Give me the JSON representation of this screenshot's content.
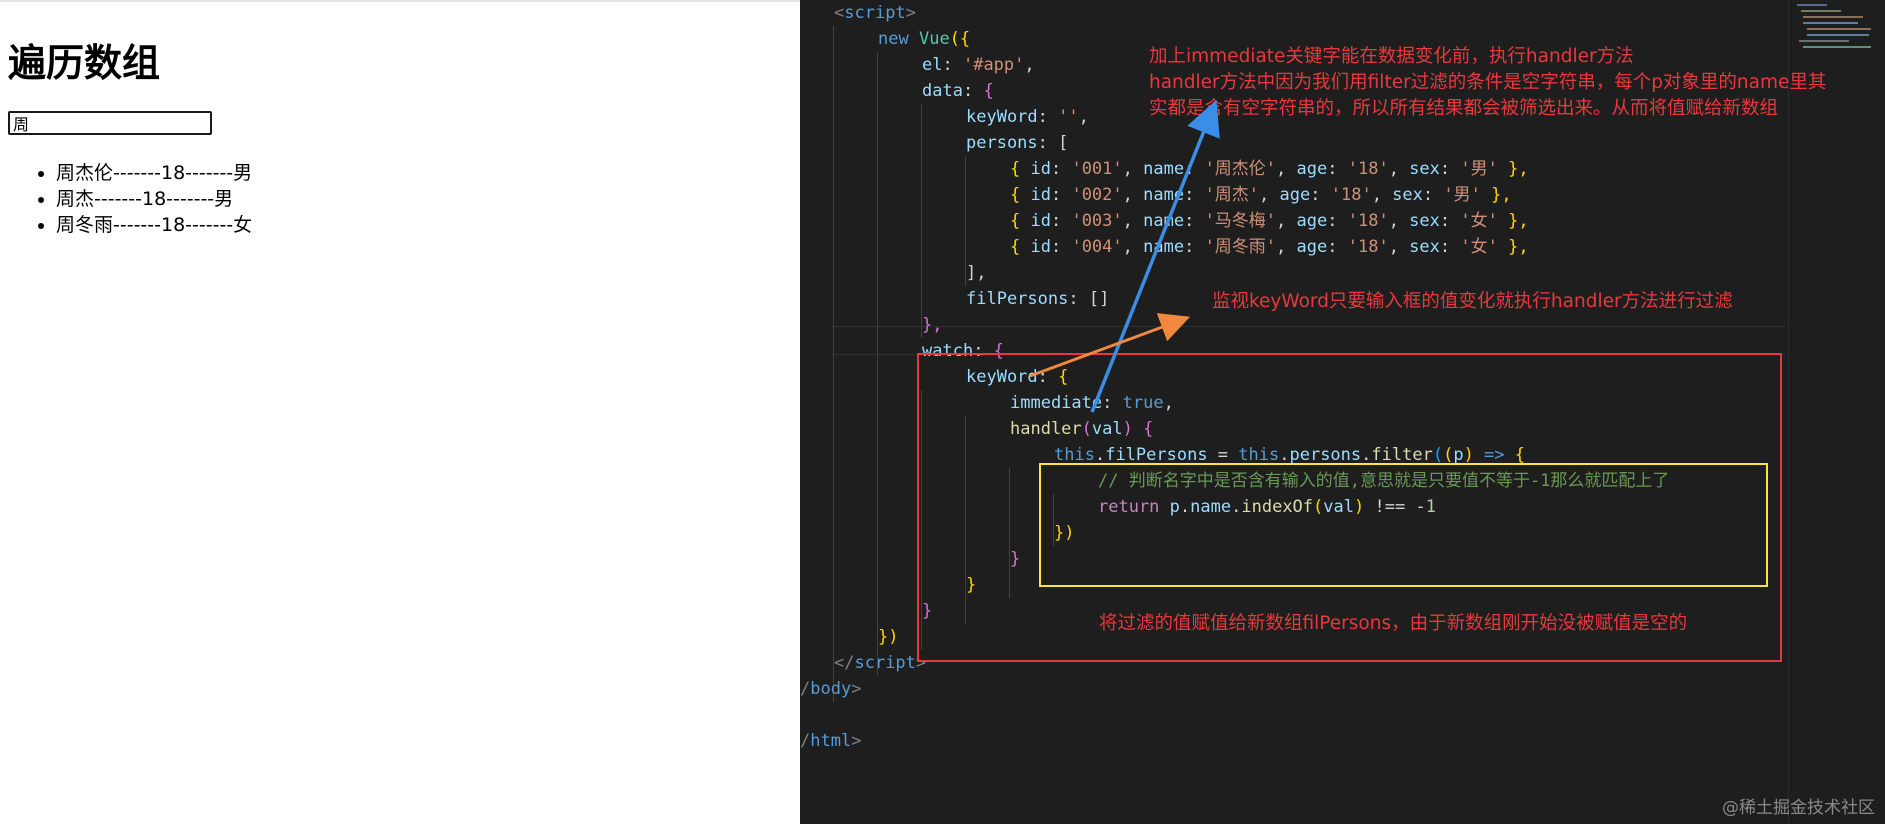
{
  "preview": {
    "heading": "遍历数组",
    "search_value": "周",
    "items": [
      "周杰伦-------18-------男",
      "周杰-------18-------男",
      "周冬雨-------18-------女"
    ]
  },
  "annotations": {
    "immediate_note_1": "加上immediate关键字能在数据变化前，执行handler方法",
    "immediate_note_2": "handler方法中因为我们用filter过滤的条件是空字符串，每个p对象里的name里其",
    "immediate_note_3": "实都是含有空字符串的，所以所有结果都会被筛选出来。从而将值赋给新数组",
    "watch_note": "监视keyWord只要输入框的值变化就执行handler方法进行过滤",
    "assign_note": "将过滤的值赋值给新数组filPersons，由于新数组刚开始没被赋值是空的"
  },
  "watermark": "@稀土掘金技术社区",
  "colors": {
    "annotation_red": "#e8383d",
    "highlight_yellow": "#ffe23d",
    "arrow_blue": "#3a8ee6",
    "arrow_orange": "#f0883e",
    "editor_bg": "#1e1e1e"
  },
  "code": {
    "l1": [
      "<",
      "script",
      ">"
    ],
    "l2": [
      "new",
      "Vue",
      "({"
    ],
    "l3": [
      "el",
      ": ",
      "'#app'",
      ","
    ],
    "l4": [
      "data",
      ": ",
      "{"
    ],
    "l5": [
      "keyWord",
      ": ",
      "''",
      ","
    ],
    "l6": [
      "persons",
      ": ["
    ],
    "p1": [
      "{ ",
      "id",
      ": ",
      "'001'",
      ", ",
      "name",
      ": ",
      "'周杰伦'",
      ", ",
      "age",
      ": ",
      "'18'",
      ", ",
      "sex",
      ": ",
      "'男'",
      " },"
    ],
    "p2": [
      "{ ",
      "id",
      ": ",
      "'002'",
      ", ",
      "name",
      ": ",
      "'周杰'",
      ", ",
      "age",
      ": ",
      "'18'",
      ", ",
      "sex",
      ": ",
      "'男'",
      " },"
    ],
    "p3": [
      "{ ",
      "id",
      ": ",
      "'003'",
      ", ",
      "name",
      ": ",
      "'马冬梅'",
      ", ",
      "age",
      ": ",
      "'18'",
      ", ",
      "sex",
      ": ",
      "'女'",
      " },"
    ],
    "p4": [
      "{ ",
      "id",
      ": ",
      "'004'",
      ", ",
      "name",
      ": ",
      "'周冬雨'",
      ", ",
      "age",
      ": ",
      "'18'",
      ", ",
      "sex",
      ": ",
      "'女'",
      " },"
    ],
    "l11": [
      "],"
    ],
    "l12": [
      "filPersons",
      ": []"
    ],
    "l13": [
      "},"
    ],
    "l14": [
      "watch",
      ": ",
      "{"
    ],
    "l15": [
      "keyWord",
      ": ",
      "{"
    ],
    "l16": [
      "immediate",
      ": ",
      "true",
      ","
    ],
    "l17": [
      "handler",
      "(",
      "val",
      ") ",
      "{"
    ],
    "l18": [
      "this",
      ".",
      "filPersons",
      " = ",
      "this",
      ".",
      "persons",
      ".",
      "filter",
      "(",
      "(",
      "p",
      ") ",
      "=>",
      " {"
    ],
    "l19": [
      "// 判断名字中是否含有输入的值,意思就是只要值不等于-1那么就匹配上了"
    ],
    "l20": [
      "return",
      " ",
      "p",
      ".",
      "name",
      ".",
      "indexOf",
      "(",
      "val",
      ") ",
      "!==",
      " -",
      "1"
    ],
    "l21": [
      "})"
    ],
    "l22": [
      "}"
    ],
    "l23": [
      "}"
    ],
    "l24": [
      "}"
    ],
    "l25": [
      "})"
    ],
    "l26": [
      "</",
      "script",
      ">"
    ],
    "l27": [
      "/",
      "body",
      ">"
    ],
    "l29": [
      "/",
      "html",
      ">"
    ]
  }
}
